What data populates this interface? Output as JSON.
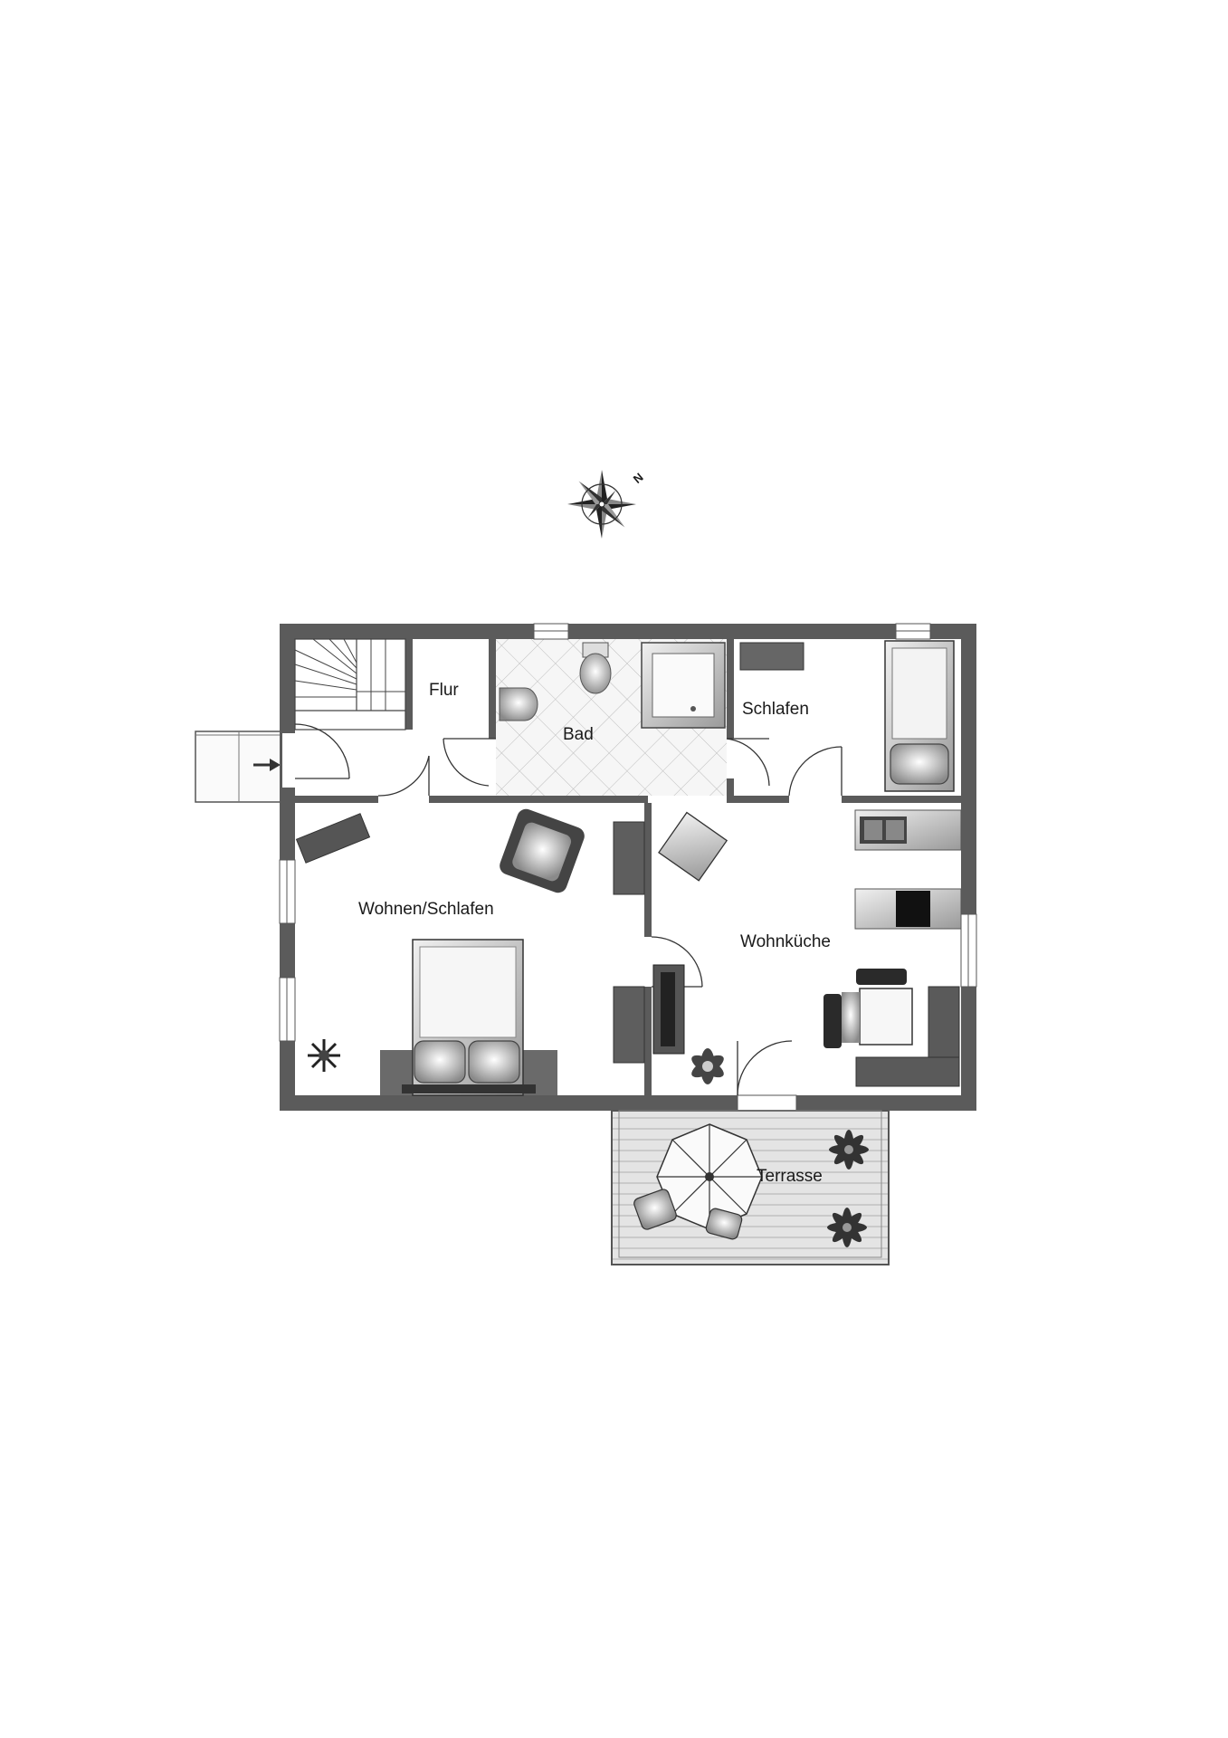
{
  "compass": {
    "north_label": "N"
  },
  "rooms": {
    "flur": "Flur",
    "bad": "Bad",
    "schlafen": "Schlafen",
    "wohnen_schlafen": "Wohnen/Schlafen",
    "wohnkueche": "Wohnküche",
    "terrasse": "Terrasse"
  },
  "icons": [
    "compass-rose-icon",
    "entrance-arrow-icon",
    "plant-icon",
    "umbrella-icon"
  ]
}
